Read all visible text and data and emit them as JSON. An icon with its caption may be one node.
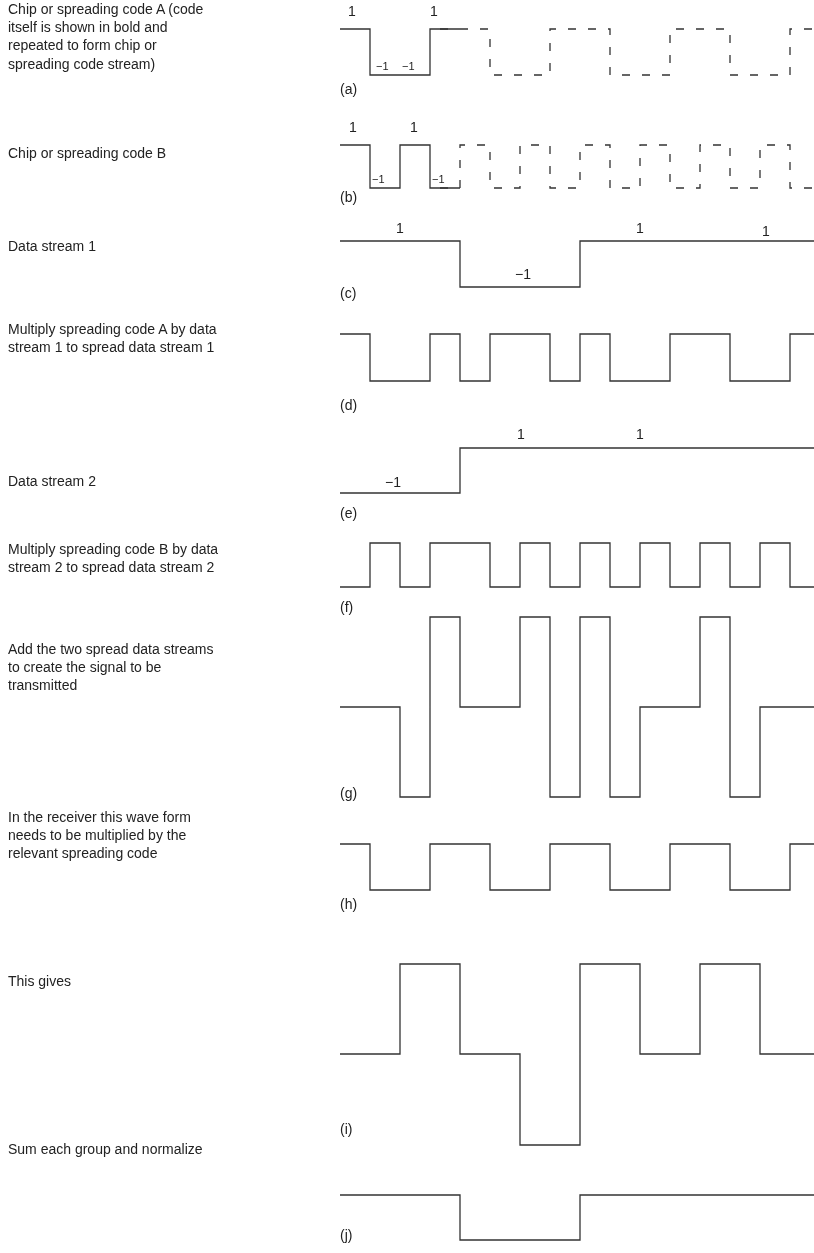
{
  "diagram": {
    "labels": [
      "Chip or spreading code A (code itself is shown in bold and repeated to form chip or spreading code stream)",
      "1",
      "1",
      "−1",
      "−1",
      "(a)",
      "Chip or spreading code B",
      "1",
      "1",
      "−1",
      "−1",
      "(b)",
      "Data stream 1",
      "1",
      "−1",
      "1",
      "1",
      "(c)",
      "Multiply spreading code A by data stream 1 to spread data stream 1",
      "(d)",
      "Data stream 2",
      "1",
      "1",
      "−1",
      "(e)",
      "Multiply spreading code B by data stream 2 to spread data stream 2",
      "(f)",
      "Add the two spread data streams to create the signal to be transmitted",
      "(g)",
      "In the receiver this wave form needs to be multiplied by the relevant spreading code",
      "(h)",
      "This gives",
      "(i)",
      "Sum each group and normalize",
      "(j)"
    ]
  }
}
